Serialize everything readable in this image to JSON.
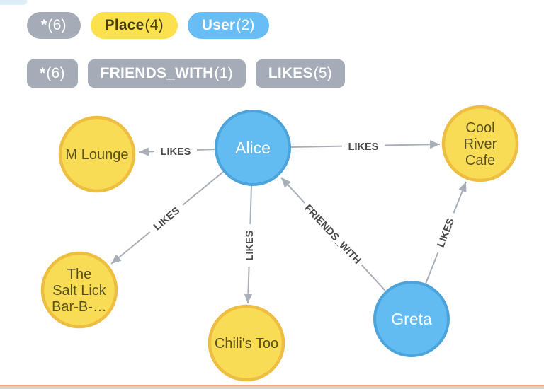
{
  "colors": {
    "pill_gray": "#A6ACB7",
    "pill_yellow": "#FBE14E",
    "pill_blue": "#67BDF4",
    "node_place_fill": "#F9DC56",
    "node_place_border": "#EDBE41",
    "node_user_fill": "#62BCF2",
    "node_user_border": "#4CA4DB",
    "edge_gray": "#A9AFB8",
    "edge_label_text": "#4A4A4A"
  },
  "legend": {
    "nodes": [
      {
        "name": "*",
        "count": "(6)"
      },
      {
        "name": "Place",
        "count": "(4)"
      },
      {
        "name": "User",
        "count": "(2)"
      }
    ],
    "relationships": [
      {
        "name": "*",
        "count": "(6)"
      },
      {
        "name": "FRIENDS_WITH",
        "count": "(1)"
      },
      {
        "name": "LIKES",
        "count": "(5)"
      }
    ]
  },
  "graph": {
    "nodes": [
      {
        "id": "alice",
        "type": "User",
        "lines": [
          "Alice"
        ]
      },
      {
        "id": "greta",
        "type": "User",
        "lines": [
          "Greta"
        ]
      },
      {
        "id": "m-lounge",
        "type": "Place",
        "lines": [
          "M Lounge"
        ]
      },
      {
        "id": "cool-river-cafe",
        "type": "Place",
        "lines": [
          "Cool",
          "River",
          "Cafe"
        ]
      },
      {
        "id": "salt-lick",
        "type": "Place",
        "lines": [
          "The",
          "Salt Lick",
          "Bar-B-…"
        ]
      },
      {
        "id": "chilis-too",
        "type": "Place",
        "lines": [
          "Chili's Too"
        ]
      }
    ],
    "relationships": [
      {
        "from": "Alice",
        "to": "M Lounge",
        "label": "LIKES"
      },
      {
        "from": "Alice",
        "to": "Cool River Cafe",
        "label": "LIKES"
      },
      {
        "from": "Alice",
        "to": "The Salt Lick Bar-B-…",
        "label": "LIKES"
      },
      {
        "from": "Alice",
        "to": "Chili's Too",
        "label": "LIKES"
      },
      {
        "from": "Greta",
        "to": "Alice",
        "label": "FRIENDS_WITH"
      },
      {
        "from": "Greta",
        "to": "Cool River Cafe",
        "label": "LIKES"
      }
    ]
  }
}
